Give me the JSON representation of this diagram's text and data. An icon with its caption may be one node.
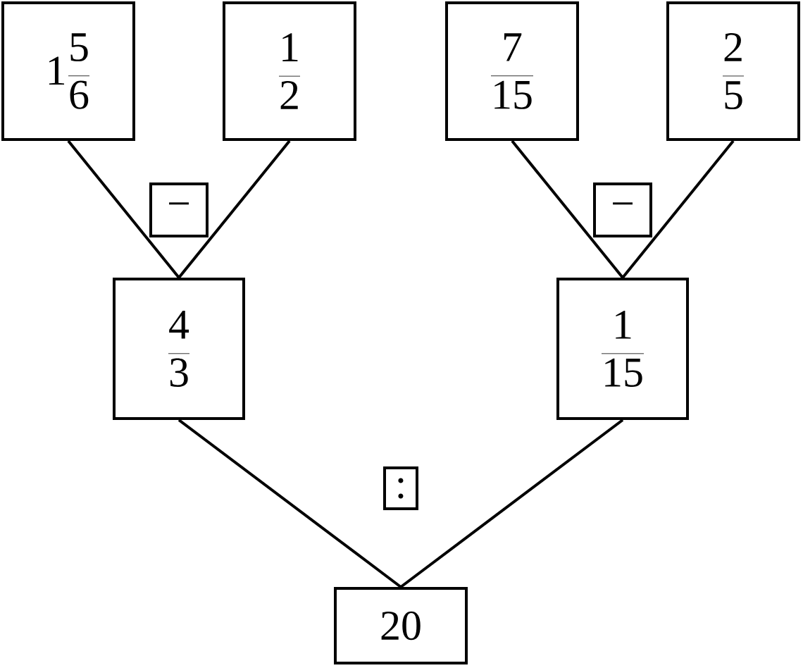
{
  "diagram": {
    "nodes": [
      {
        "text": [
          "1",
          "5",
          "6"
        ]
      },
      {
        "text": [
          "1",
          "2"
        ]
      },
      {
        "text": [
          "7",
          "15"
        ]
      },
      {
        "text": [
          "2",
          "5"
        ]
      },
      {
        "text": [
          "−"
        ]
      },
      {
        "text": [
          "−"
        ]
      },
      {
        "text": [
          "4",
          "3"
        ]
      },
      {
        "text": [
          "1",
          "15"
        ]
      },
      {
        "text": [
          ":"
        ]
      },
      {
        "text": [
          "20"
        ]
      }
    ],
    "edges": [
      {
        "from": 0,
        "to": 6,
        "arrow": "none"
      },
      {
        "from": 1,
        "to": 6,
        "arrow": "none"
      },
      {
        "from": 2,
        "to": 7,
        "arrow": "none"
      },
      {
        "from": 3,
        "to": 7,
        "arrow": "none"
      },
      {
        "from": 6,
        "to": 9,
        "arrow": "none"
      },
      {
        "from": 7,
        "to": 9,
        "arrow": "none"
      }
    ]
  }
}
